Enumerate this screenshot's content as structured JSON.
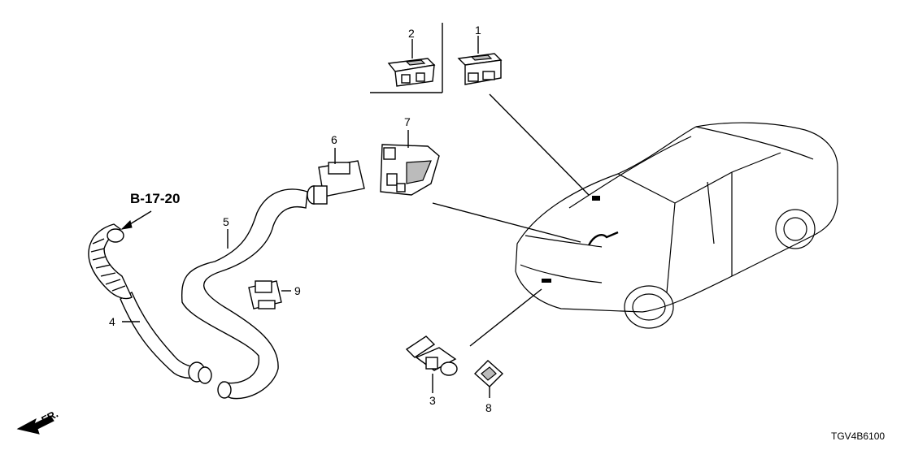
{
  "diagram": {
    "reference_code": "TGV4B6100",
    "section_reference": "B-17-20",
    "direction_label": "FR.",
    "callouts": [
      {
        "id": "1",
        "text": "1"
      },
      {
        "id": "2",
        "text": "2"
      },
      {
        "id": "3",
        "text": "3"
      },
      {
        "id": "4",
        "text": "4"
      },
      {
        "id": "5",
        "text": "5"
      },
      {
        "id": "6",
        "text": "6"
      },
      {
        "id": "7",
        "text": "7"
      },
      {
        "id": "8",
        "text": "8"
      },
      {
        "id": "9",
        "text": "9"
      }
    ]
  }
}
